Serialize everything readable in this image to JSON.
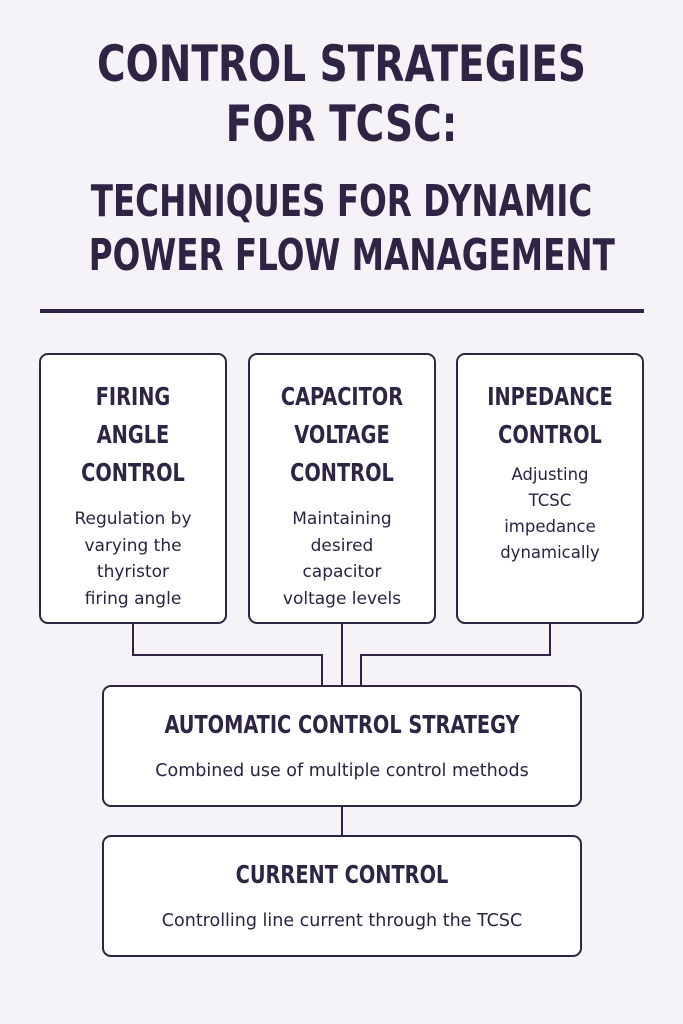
{
  "title": {
    "line1": "CONTROL STRATEGIES",
    "line2": "FOR TCSC:",
    "line3": "TECHNIQUES FOR DYNAMIC",
    "line4": "POWER FLOW MANAGEMENT"
  },
  "boxes": {
    "firing": {
      "heading": [
        "FIRING",
        "ANGLE",
        "CONTROL"
      ],
      "text": [
        "Regulation by",
        "varying the",
        "thyristor",
        "firing angle"
      ]
    },
    "capacitor": {
      "heading": [
        "CAPACITOR",
        "VOLTAGE",
        "CONTROL"
      ],
      "text": [
        "Maintaining",
        "desired",
        "capacitor",
        "voltage levels"
      ]
    },
    "impedance": {
      "heading": [
        "INPEDANCE",
        "CONTROL"
      ],
      "text": [
        "Adjusting",
        "TCSC",
        "impedance",
        "dynamically"
      ]
    },
    "automatic": {
      "heading": "AUTOMATIC CONTROL STRATEGY",
      "text": "Combined use of multiple control methods"
    },
    "current": {
      "heading": "CURRENT CONTROL",
      "text": "Controlling line current through the TCSC"
    }
  },
  "colors": {
    "background": "#f5f3f8",
    "ink": "#2e2545",
    "box_fill": "#ffffff"
  }
}
